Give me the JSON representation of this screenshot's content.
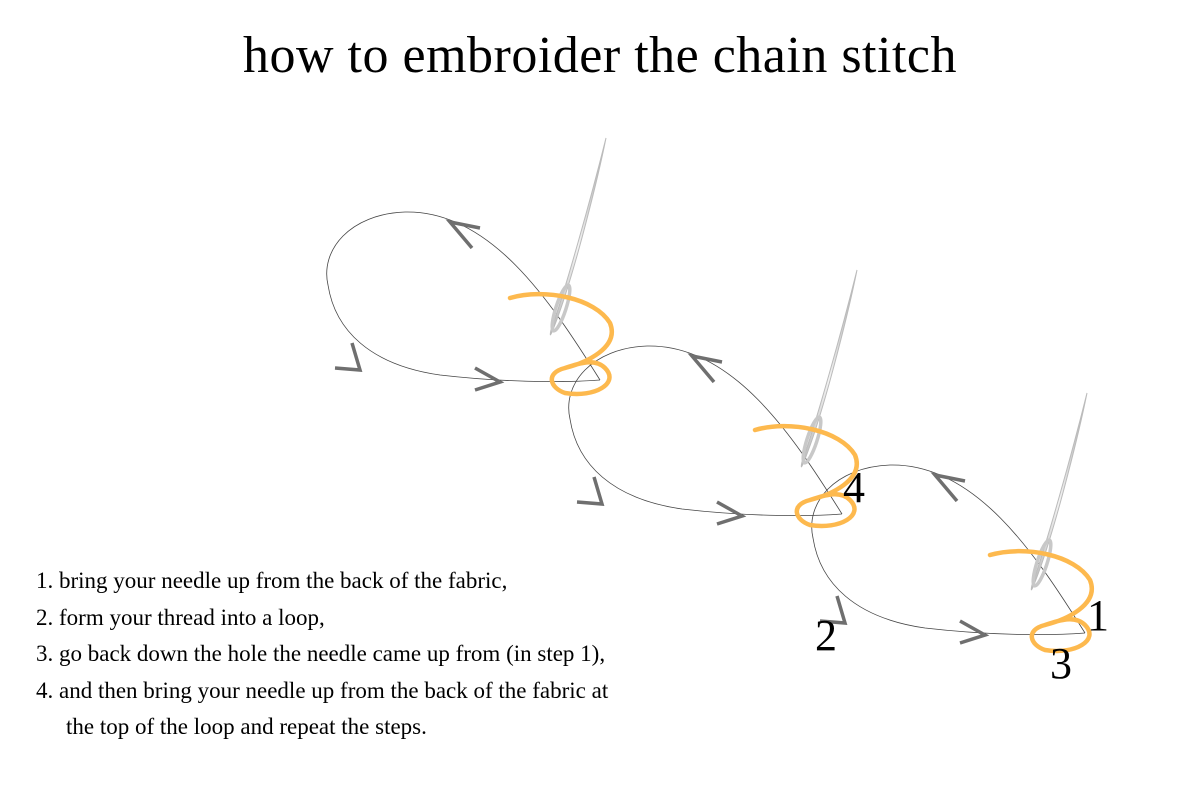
{
  "title": "how to embroider the chain stitch",
  "steps": [
    "1. bring your needle up from the back of the fabric,",
    "2. form your thread into a loop,",
    "3. go back down the hole the needle came up from (in step 1),",
    "4. and then bring your needle up from the back of the fabric at",
    "the top of the loop and repeat the steps."
  ],
  "markers": {
    "one": "1",
    "two": "2",
    "three": "3",
    "four": "4"
  },
  "colors": {
    "thread": "#FDB94E",
    "loop_line": "#555555",
    "arrow": "#6f6f6f",
    "needle": "#c8c8c8"
  },
  "icons": [
    "needle-icon",
    "direction-arrow-icon",
    "thread-loop-icon"
  ]
}
